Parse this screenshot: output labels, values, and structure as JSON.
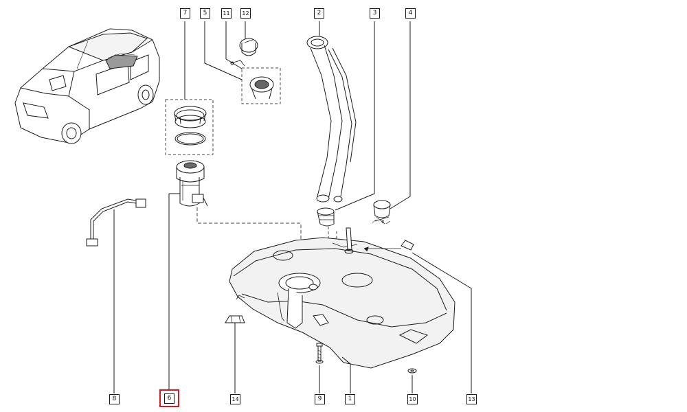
{
  "callouts": [
    {
      "id": "1",
      "label": "1"
    },
    {
      "id": "2",
      "label": "2"
    },
    {
      "id": "3",
      "label": "3"
    },
    {
      "id": "4",
      "label": "4"
    },
    {
      "id": "5",
      "label": "5"
    },
    {
      "id": "6",
      "label": "6"
    },
    {
      "id": "7",
      "label": "7"
    },
    {
      "id": "8",
      "label": "8"
    },
    {
      "id": "9",
      "label": "9"
    },
    {
      "id": "10",
      "label": "10"
    },
    {
      "id": "11",
      "label": "11"
    },
    {
      "id": "12",
      "label": "12"
    },
    {
      "id": "13",
      "label": "13"
    },
    {
      "id": "14",
      "label": "14"
    }
  ],
  "highlighted_part": "6",
  "dimension_mark": "x",
  "colors": {
    "line": "#1a1a1a",
    "dash": "#444444",
    "highlight": "#e0141e"
  }
}
